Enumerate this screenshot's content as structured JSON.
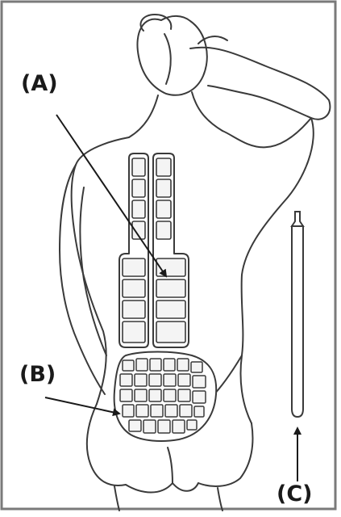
{
  "labels": {
    "a": "(A)",
    "b": "(B)",
    "c": "(C)"
  },
  "colors": {
    "outline": "#3a3a3a",
    "frame": "#7a7a7a",
    "pack_fill": "#ffffff",
    "cell_fill": "#f4f4f4",
    "background": "#ffffff"
  },
  "icons": {
    "figure": "woman-back-silhouette",
    "spine_pack": "spine-cooling-pack",
    "lumbar_pack": "lumbar-cooling-pack",
    "probe": "probe-rod"
  }
}
